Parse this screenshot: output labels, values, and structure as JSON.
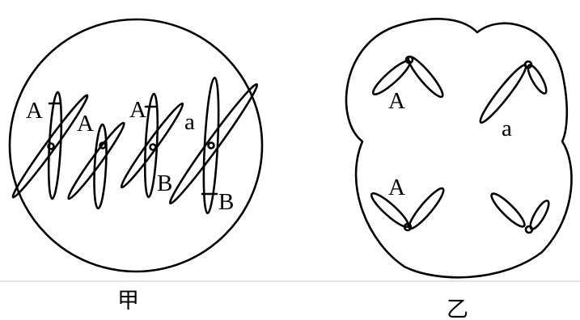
{
  "figure": {
    "captions": {
      "left": "甲",
      "right": "乙"
    },
    "jia_labels": {
      "a1": "A",
      "a2": "A",
      "a3": "A",
      "a_small": "a",
      "b1": "B",
      "b2": "B"
    },
    "yi_labels": {
      "top_left": "A",
      "top_right": "a",
      "bottom_left": "A"
    },
    "colors": {
      "stroke": "#000000",
      "background": "#ffffff",
      "divider": "#c8c8c8"
    }
  }
}
